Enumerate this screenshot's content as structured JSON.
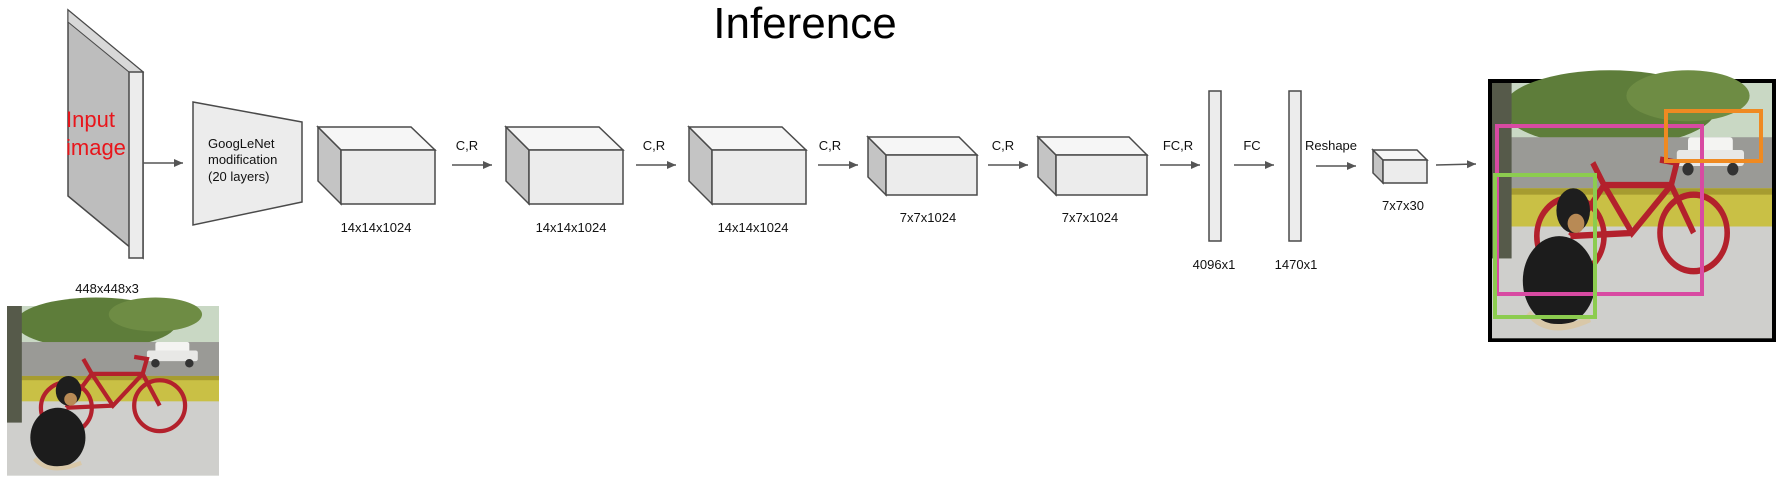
{
  "title": "Inference",
  "input": {
    "label_line1": "Input",
    "label_line2": "image",
    "size": "448x448x3"
  },
  "googlenet": {
    "line1": "GoogLeNet",
    "line2": "modification",
    "line3": "(20 layers)"
  },
  "blocks": [
    {
      "dims": "14x14x1024",
      "op_after": "C,R"
    },
    {
      "dims": "14x14x1024",
      "op_after": "C,R"
    },
    {
      "dims": "14x14x1024",
      "op_after": "C,R"
    },
    {
      "dims": "7x7x1024",
      "op_after": "C,R"
    },
    {
      "dims": "7x7x1024",
      "op_after": "FC,R"
    }
  ],
  "first_op": "C,R",
  "fc_layers": [
    {
      "dims": "4096x1",
      "op_after": "FC"
    },
    {
      "dims": "1470x1",
      "op_after": "Reshape"
    }
  ],
  "output_tensor": {
    "dims": "7x7x30"
  },
  "photo": {
    "colors": {
      "sky": "#c9d8c4",
      "foliage": "#5e7d3a",
      "road": "#9a9a96",
      "railing": "#c9c045",
      "porch": "#cfcfcc",
      "wall": "#565a4a",
      "bike": "#b3212c",
      "dog": "#1c1c1c"
    }
  },
  "boxes": {
    "dog": "#8ccc4f",
    "bicycle": "#d84aa2",
    "car": "#ef8a22"
  },
  "colors": {
    "face": "#ececec",
    "side": "#c4c4c4",
    "top": "#f6f6f6",
    "stroke": "#4a4a4a",
    "arrow": "#555555",
    "input_text": "#e8151b"
  }
}
